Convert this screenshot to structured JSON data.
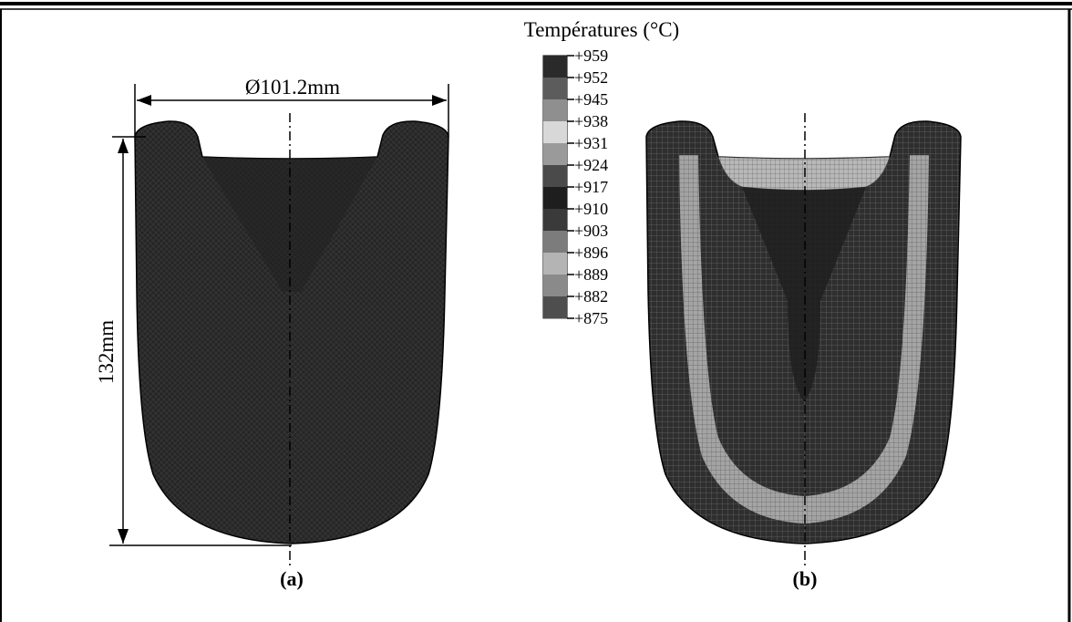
{
  "legend": {
    "title": "Températures (°C)",
    "ticks": [
      "+959",
      "+952",
      "+945",
      "+938",
      "+931",
      "+924",
      "+917",
      "+910",
      "+903",
      "+896",
      "+889",
      "+882",
      "+875"
    ],
    "band_colors": [
      "#2a2a2a",
      "#5c5c5c",
      "#8f8f8f",
      "#d8d8d8",
      "#9a9a9a",
      "#4a4a4a",
      "#1e1e1e",
      "#3a3a3a",
      "#7c7c7c",
      "#b4b4b4",
      "#8a8a8a",
      "#4e4e4e"
    ]
  },
  "dimensions": {
    "diameter": "Ø101.2mm",
    "height": "132mm"
  },
  "captions": {
    "a": "(a)",
    "b": "(b)"
  },
  "colors": {
    "shell_dark": "#1c1c1c",
    "shell_mid": "#3c3c3c",
    "mesh_light": "#cfcfcf",
    "frame": "#000000"
  }
}
